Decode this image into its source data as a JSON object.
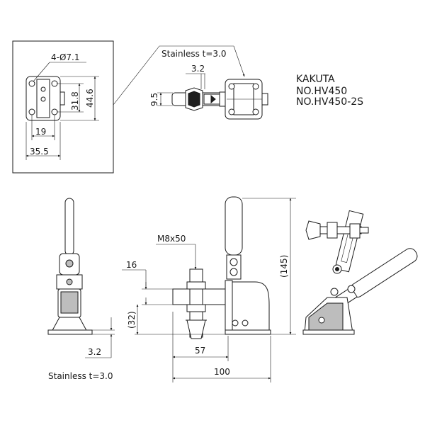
{
  "title": {
    "maker": "KAKUTA",
    "model1": "NO.HV450",
    "model2": "NO.HV450-2S"
  },
  "detail": {
    "hole_note": "4-Ø7.1",
    "dim_31_8": "31.8",
    "dim_44_6": "44.6",
    "dim_19": "19",
    "dim_35_5": "35.5"
  },
  "top_view": {
    "material_note": "Stainless t=3.0",
    "dim_3_2": "3.2",
    "dim_9_5": "9.5"
  },
  "front_view": {
    "dim_3_2": "3.2",
    "material_note": "Stainless t=3.0"
  },
  "side_view": {
    "thread": "M8x50",
    "dim_16": "16",
    "dim_32": "(32)",
    "dim_145": "(145)",
    "dim_57": "57",
    "dim_100": "100"
  }
}
